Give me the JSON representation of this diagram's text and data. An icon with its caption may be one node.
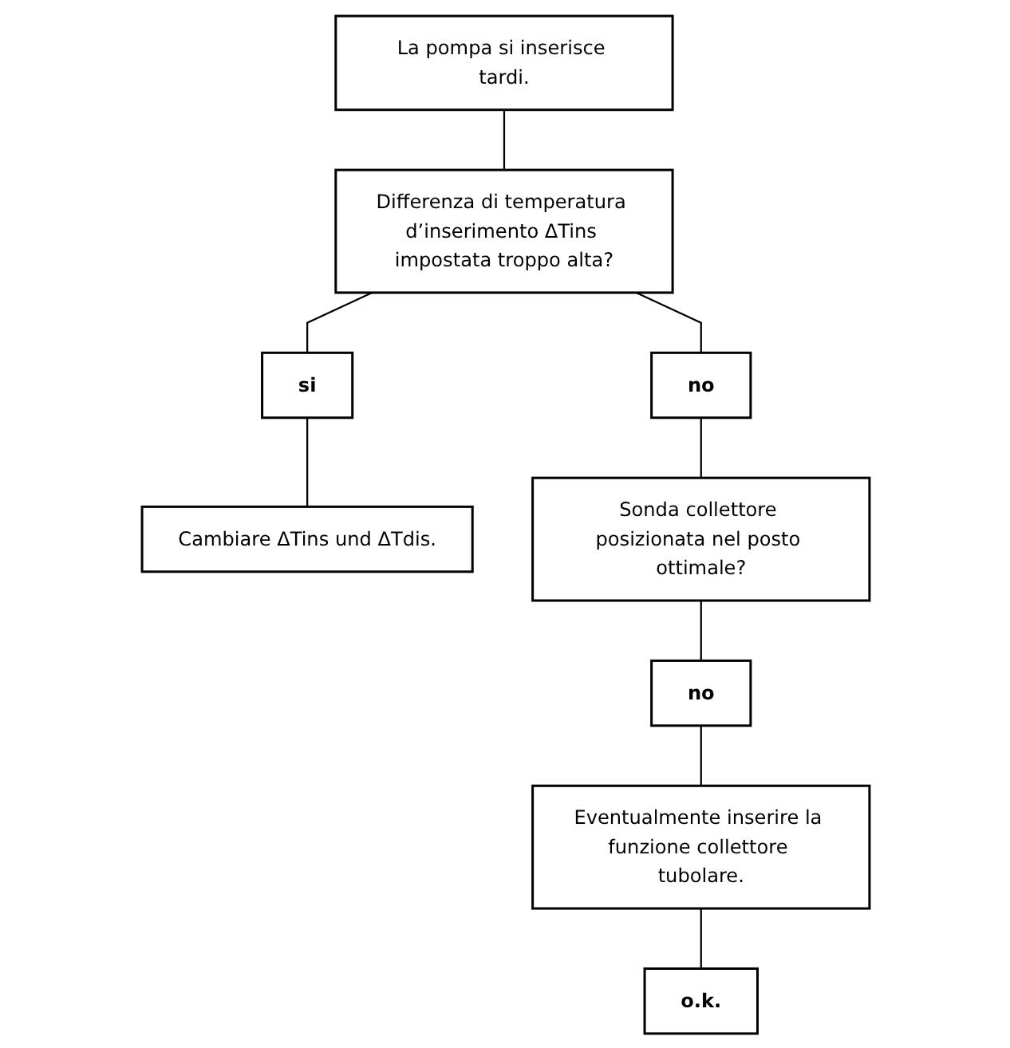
{
  "diagram": {
    "nodes": [
      {
        "text": [
          "La pompa si inserisce tardi."
        ]
      },
      {
        "text": [
          "Differenza di temperatura d’inserimento ΔTins impostata troppo alta?"
        ]
      },
      {
        "text": [
          "no"
        ]
      },
      {
        "text": [
          "si"
        ]
      },
      {
        "text": [
          "Cambiare ΔTins und ΔTdis."
        ]
      },
      {
        "text": [
          "Sonda collettore posizionata nel posto ottimale?"
        ]
      },
      {
        "text": [
          "no"
        ]
      },
      {
        "text": [
          "Eventualmente inserire la funzione collettore tubolare."
        ]
      },
      {
        "text": [
          "o.k."
        ]
      }
    ],
    "edges": [
      {
        "from": 0,
        "to": 1,
        "arrow": "none"
      },
      {
        "from": 1,
        "to": 2,
        "arrow": "none"
      },
      {
        "from": 1,
        "to": 3,
        "arrow": "none"
      },
      {
        "from": 3,
        "to": 4,
        "arrow": "none"
      },
      {
        "from": 2,
        "to": 5,
        "arrow": "none"
      },
      {
        "from": 5,
        "to": 6,
        "arrow": "none"
      },
      {
        "from": 6,
        "to": 7,
        "arrow": "none"
      },
      {
        "from": 7,
        "to": 8,
        "arrow": "none"
      }
    ]
  }
}
